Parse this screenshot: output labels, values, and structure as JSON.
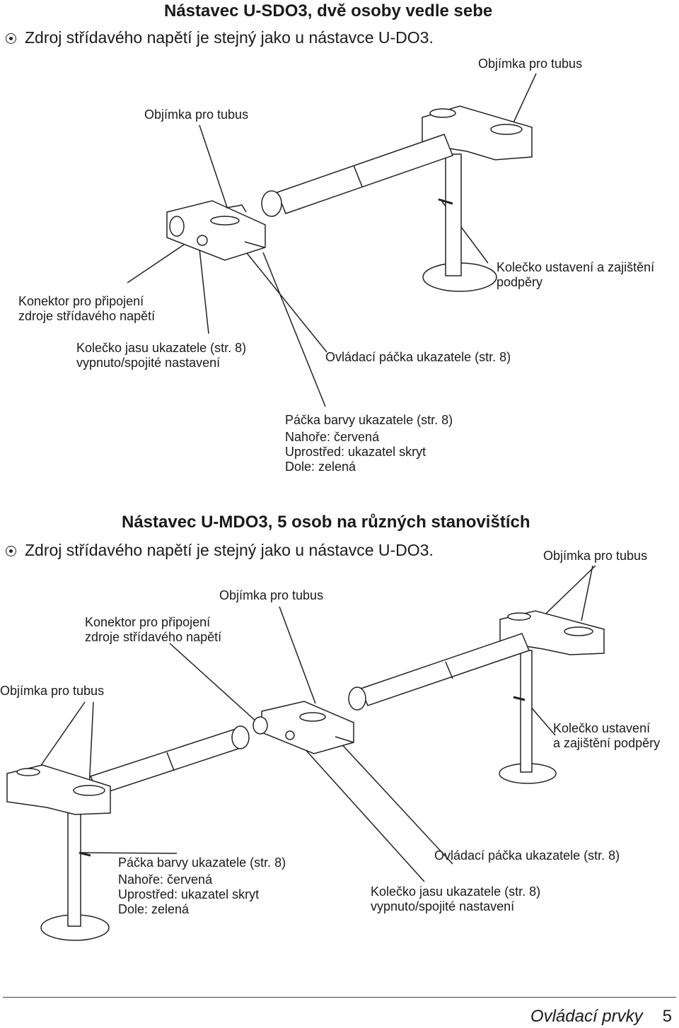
{
  "section1": {
    "title": "Nástavec U-SDO3, dvě osoby vedle sebe",
    "source_note": "Zdroj střídavého napětí je stejný jako u nástavce U-DO3.",
    "labels": {
      "tube_holder_right": "Objímka pro tubus",
      "tube_holder_left": "Objímka pro tubus",
      "ac_connector_1": "Konektor pro připojení",
      "ac_connector_2": "zdroje střídavého napětí",
      "support_knob_1": "Kolečko ustavení a zajištění",
      "support_knob_2": "podpěry",
      "brightness_knob_1": "Kolečko jasu ukazatele (str. 8)",
      "brightness_knob_2": "vypnuto/spojité nastavení",
      "control_lever": "Ovládací páčka ukazatele (str. 8)",
      "color_lever_1": "Páčka barvy ukazatele (str. 8)",
      "color_lever_2": "Nahoře: červená",
      "color_lever_3": "Uprostřed: ukazatel skryt",
      "color_lever_4": "Dole: zelená"
    }
  },
  "section2": {
    "title": "Nástavec U-MDO3, 5 osob na různých stanovištích",
    "source_note": "Zdroj střídavého napětí je stejný jako u nástavce U-DO3.",
    "labels": {
      "tube_holder_right": "Objímka pro tubus",
      "tube_holder_center": "Objímka pro tubus",
      "tube_holder_left": "Objímka pro tubus",
      "ac_connector_1": "Konektor pro připojení",
      "ac_connector_2": "zdroje střídavého napětí",
      "support_knob_1": "Kolečko ustavení",
      "support_knob_2": "a zajištění podpěry",
      "color_lever_1": "Páčka barvy ukazatele (str. 8)",
      "color_lever_2": "Nahoře: červená",
      "color_lever_3": "Uprostřed: ukazatel skryt",
      "color_lever_4": "Dole: zelená",
      "control_lever": "Ovládací páčka ukazatele (str. 8)",
      "brightness_knob_1": "Kolečko jasu ukazatele (str. 8)",
      "brightness_knob_2": "vypnuto/spojité nastavení"
    }
  },
  "footer": {
    "section_name": "Ovládací prvky",
    "page_number": "5"
  }
}
